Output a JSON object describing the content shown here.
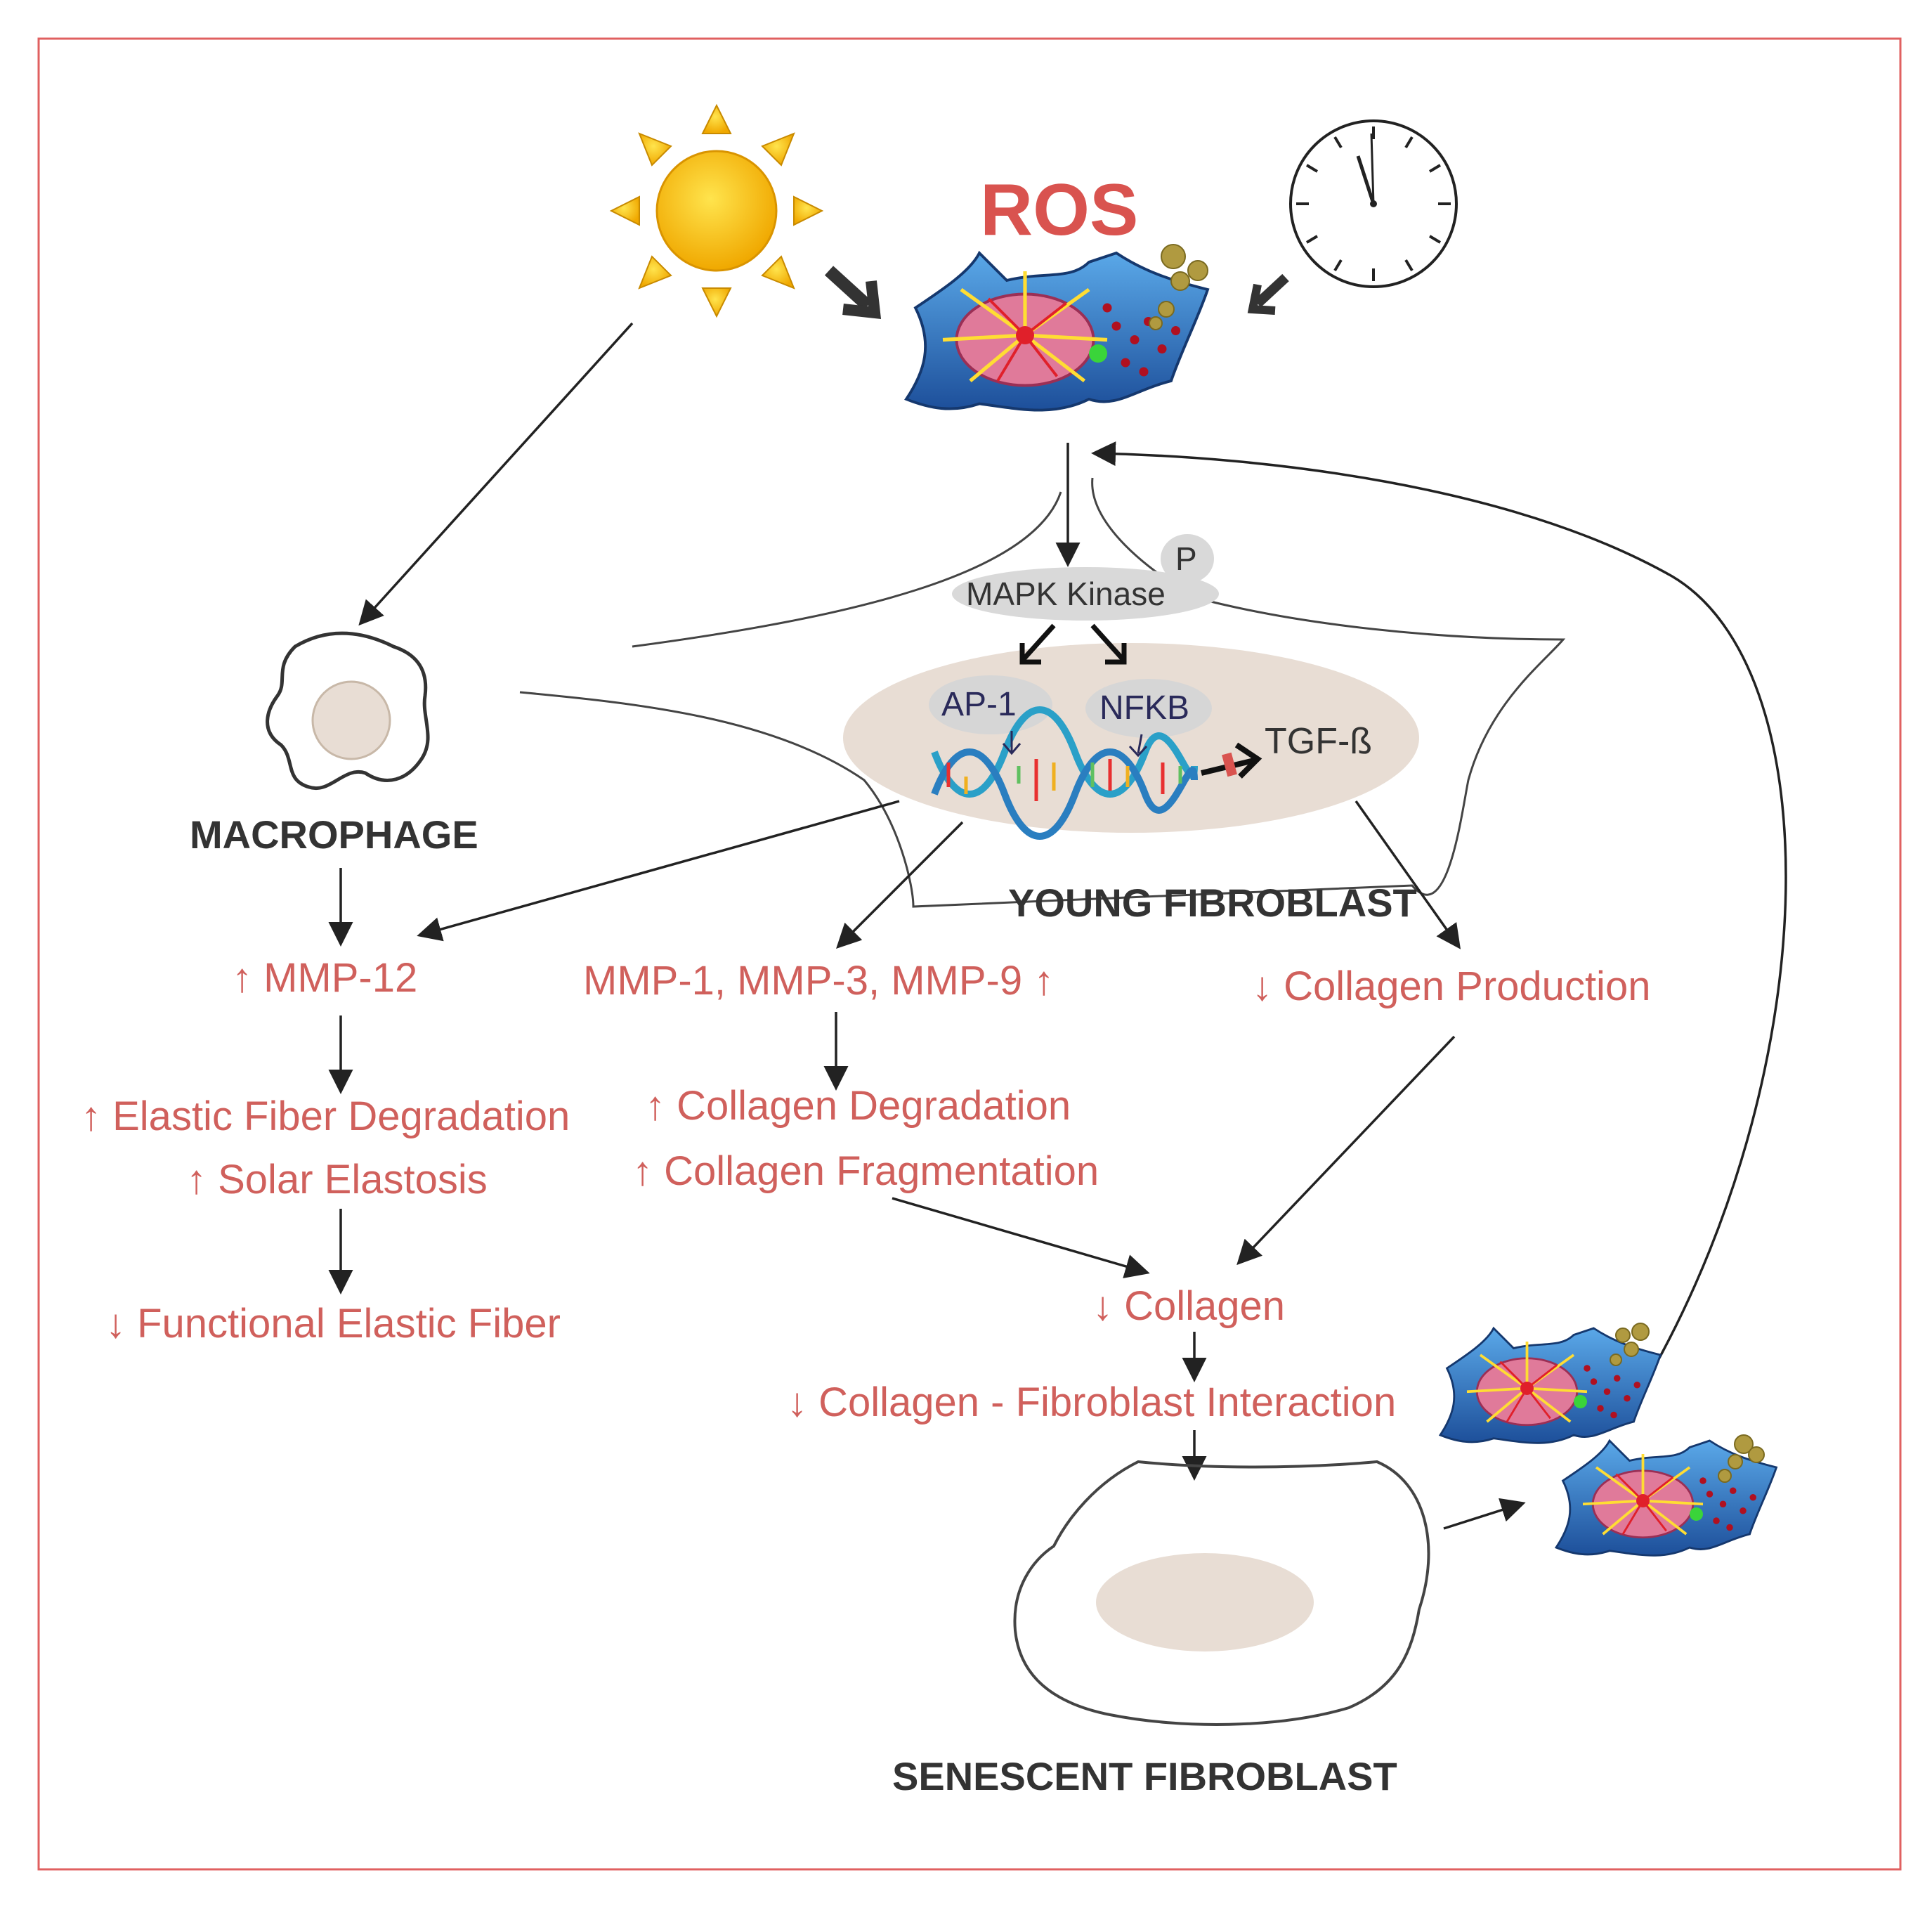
{
  "title": "ROS",
  "inputs": {
    "sun_icon": "sun-icon",
    "clock_icon": "clock-icon"
  },
  "pathway": {
    "kinase": "MAPK Kinase",
    "phospho": "P",
    "tf1": "AP-1",
    "tf2": "NFKB",
    "growth_factor": "TGF-ß"
  },
  "cells": {
    "macrophage": "MACROPHAGE",
    "young": "YOUNG FIBROBLAST",
    "senescent": "SENESCENT FIBROBLAST"
  },
  "left_branch": {
    "mmp12": "↑  MMP-12",
    "elastic_deg": "↑  Elastic Fiber Degradation",
    "solar": "↑ Solar Elastosis",
    "functional": "↓ Functional Elastic Fiber"
  },
  "middle_branch": {
    "mmps": "MMP-1, MMP-3, MMP-9  ↑",
    "coll_deg": "↑ Collagen Degradation",
    "coll_frag": "↑ Collagen Fragmentation"
  },
  "right_branch": {
    "coll_prod": "↓ Collagen Production"
  },
  "bottom": {
    "collagen": "↓ Collagen",
    "interaction": "↓ Collagen - Fibroblast Interaction"
  },
  "colors": {
    "frame": "#e06060",
    "text_red": "#d0605c",
    "ros": "#d9534f",
    "cell_blue": "#2f7fc4",
    "nucleus": "#e8ddd4"
  }
}
